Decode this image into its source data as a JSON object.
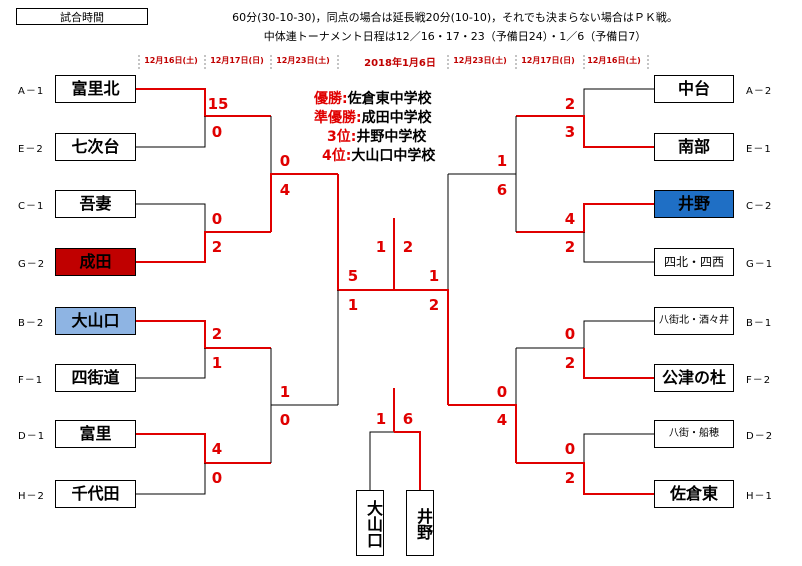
{
  "header": {
    "box_label": "試合時間",
    "rule_line1": "60分(30-10-30)，同点の場合は延長戦20分(10-10)，それでも決まらない場合はＰＫ戦。",
    "rule_line2": "中体連トーナメント日程は12／16・17・23（予備日24）・1／6（予備日7）"
  },
  "dates": {
    "left_r1": "12月16日(土)",
    "left_r2": "12月17日(日)",
    "left_r3": "12月23日(土)",
    "final": "2018年1月6日",
    "right_r3": "12月23日(土)",
    "right_r2": "12月17日(日)",
    "right_r1": "12月16日(土)"
  },
  "results": {
    "first_label": "優勝:",
    "first_value": "佐倉東中学校",
    "second_label": "準優勝:",
    "second_value": "成田中学校",
    "third_label": "3位:",
    "third_value": "井野中学校",
    "fourth_label": "4位:",
    "fourth_value": "大山口中学校"
  },
  "left_teams": [
    {
      "seed": "A－1",
      "name": "富里北"
    },
    {
      "seed": "E－2",
      "name": "七次台"
    },
    {
      "seed": "C－1",
      "name": "吾妻"
    },
    {
      "seed": "G－2",
      "name": "成田"
    },
    {
      "seed": "B－2",
      "name": "大山口"
    },
    {
      "seed": "F－1",
      "name": "四街道"
    },
    {
      "seed": "D－1",
      "name": "富里"
    },
    {
      "seed": "H－2",
      "name": "千代田"
    }
  ],
  "right_teams": [
    {
      "seed": "A－2",
      "name": "中台"
    },
    {
      "seed": "E－1",
      "name": "南部"
    },
    {
      "seed": "C－2",
      "name": "井野"
    },
    {
      "seed": "G－1",
      "name": "四北・四西"
    },
    {
      "seed": "B－1",
      "name": "八街北・酒々井"
    },
    {
      "seed": "F－2",
      "name": "公津の杜"
    },
    {
      "seed": "D－2",
      "name": "八街・船穂"
    },
    {
      "seed": "H－1",
      "name": "佐倉東"
    }
  ],
  "scores": {
    "l_r1": [
      "15",
      "0",
      "0",
      "2",
      "2",
      "1",
      "4",
      "0"
    ],
    "l_r2": [
      "0",
      "4",
      "1",
      "0"
    ],
    "l_sf": [
      "5",
      "1"
    ],
    "r_r1": [
      "2",
      "3",
      "4",
      "2",
      "0",
      "2",
      "0",
      "2"
    ],
    "r_r2": [
      "1",
      "6",
      "0",
      "4"
    ],
    "r_sf": [
      "1",
      "2"
    ],
    "final": [
      "1",
      "2"
    ],
    "third": [
      "1",
      "6"
    ]
  },
  "third_place": {
    "left_team": "大山口",
    "right_team": "井野"
  },
  "colors": {
    "winner_line": "#e00000",
    "line": "#000000",
    "seiden": "#c00000",
    "ooyamaguchi": "#8eb4e3",
    "ino": "#1f6fc5"
  }
}
